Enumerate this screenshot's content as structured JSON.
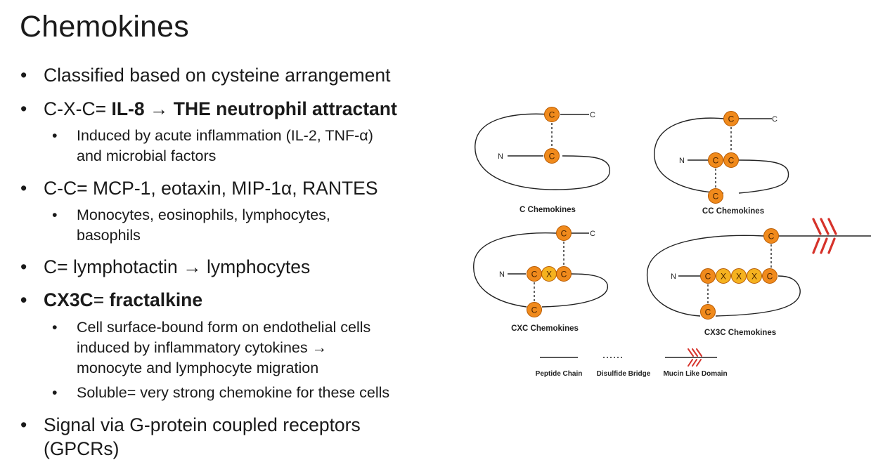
{
  "slide": {
    "title": "Chemokines",
    "bullets": [
      {
        "text": "Classified based on cysteine arrangement"
      },
      {
        "prefix": "C-X-C= ",
        "bold": "IL-8 → THE neutrophil attractant"
      },
      {
        "line1": "Induced by acute inflammation (IL-2, TNF-α)",
        "line2": "and microbial factors"
      },
      {
        "text": "C-C= MCP-1, eotaxin, MIP-1α, RANTES"
      },
      {
        "line1": "Monocytes, eosinophils, lymphocytes,",
        "line2": "basophils"
      },
      {
        "text": "C= lymphotactin → lymphocytes"
      },
      {
        "bold1": "CX3C",
        "mid": "= ",
        "bold2": "fractalkine"
      },
      {
        "line1": "Cell surface-bound form on endothelial cells",
        "line2": "induced by inflammatory cytokines →",
        "line3": "monocyte and lymphocyte migration"
      },
      {
        "text": "Soluble= very strong chemokine for these cells"
      },
      {
        "line1": "Signal via G-protein coupled receptors",
        "line2": "(GPCRs)"
      }
    ]
  },
  "diagram": {
    "colors": {
      "cysteine_fill": "#f08a1c",
      "x_fill": "#f5b21f",
      "circle_stroke": "#b85a00",
      "line": "#222222",
      "mucin": "#d6322a"
    },
    "terminal_n": "N",
    "terminal_c": "C",
    "cys_letter": "C",
    "x_letter": "X",
    "panels": {
      "c": "C Chemokines",
      "cc": "CC Chemokines",
      "cxc": "CXC Chemokines",
      "cx3c": "CX3C Chemokines"
    },
    "legend": {
      "peptide": "Peptide Chain",
      "disulfide": "Disulfide Bridge",
      "mucin": "Mucin Like Domain"
    }
  }
}
